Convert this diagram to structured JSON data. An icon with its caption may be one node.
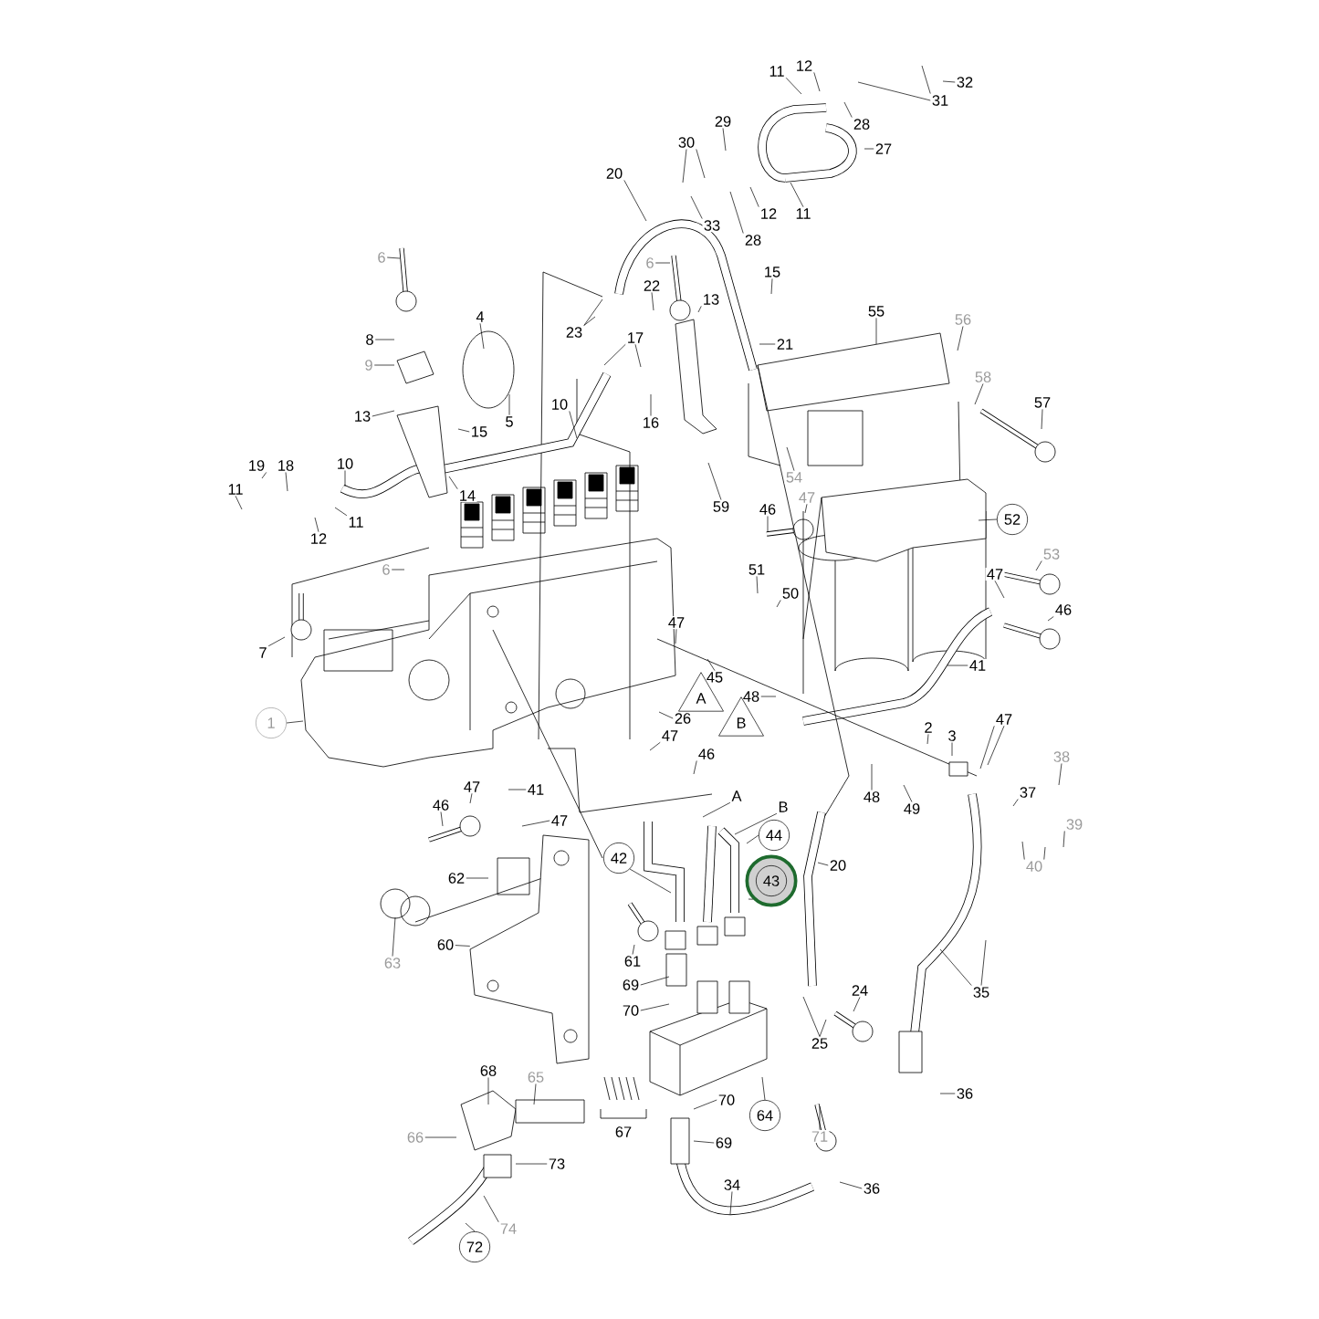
{
  "diagram": {
    "nodes": [
      {
        "text": [
          "11"
        ]
      },
      {
        "text": [
          "12"
        ]
      },
      {
        "text": [
          "32"
        ]
      },
      {
        "text": [
          "31"
        ]
      },
      {
        "text": [
          "28"
        ]
      },
      {
        "text": [
          "27"
        ]
      },
      {
        "text": [
          "29"
        ]
      },
      {
        "text": [
          "30"
        ]
      },
      {
        "text": [
          "12"
        ]
      },
      {
        "text": [
          "11"
        ]
      },
      {
        "text": [
          "33"
        ]
      },
      {
        "text": [
          "28"
        ]
      },
      {
        "text": [
          "20"
        ]
      },
      {
        "text": [
          "6"
        ]
      },
      {
        "text": [
          "6"
        ]
      },
      {
        "text": [
          "15"
        ]
      },
      {
        "text": [
          "22"
        ]
      },
      {
        "text": [
          "13"
        ]
      },
      {
        "text": [
          "23"
        ]
      },
      {
        "text": [
          "4"
        ]
      },
      {
        "text": [
          "8"
        ]
      },
      {
        "text": [
          "21"
        ]
      },
      {
        "text": [
          "17"
        ]
      },
      {
        "text": [
          "55"
        ]
      },
      {
        "text": [
          "56"
        ]
      },
      {
        "text": [
          "9"
        ]
      },
      {
        "text": [
          "58"
        ]
      },
      {
        "text": [
          "5"
        ]
      },
      {
        "text": [
          "16"
        ]
      },
      {
        "text": [
          "10"
        ]
      },
      {
        "text": [
          "57"
        ]
      },
      {
        "text": [
          "13"
        ]
      },
      {
        "text": [
          "15"
        ]
      },
      {
        "text": [
          "19"
        ]
      },
      {
        "text": [
          "18"
        ]
      },
      {
        "text": [
          "10"
        ]
      },
      {
        "text": [
          "14"
        ]
      },
      {
        "text": [
          "11"
        ]
      },
      {
        "text": [
          "11"
        ]
      },
      {
        "text": [
          "12"
        ]
      },
      {
        "text": [
          "59"
        ]
      },
      {
        "text": [
          "46"
        ]
      },
      {
        "text": [
          "47"
        ]
      },
      {
        "text": [
          "52"
        ]
      },
      {
        "text": [
          "54"
        ]
      },
      {
        "text": [
          "6"
        ]
      },
      {
        "text": [
          "53"
        ]
      },
      {
        "text": [
          "51"
        ]
      },
      {
        "text": [
          "50"
        ]
      },
      {
        "text": [
          "47"
        ]
      },
      {
        "text": [
          "46"
        ]
      },
      {
        "text": [
          "7"
        ]
      },
      {
        "text": [
          "47"
        ]
      },
      {
        "text": [
          "41"
        ]
      },
      {
        "text": [
          "45"
        ]
      },
      {
        "text": [
          "48"
        ]
      },
      {
        "text": [
          "26"
        ]
      },
      {
        "text": [
          "1"
        ]
      },
      {
        "text": [
          "47"
        ]
      },
      {
        "text": [
          "46"
        ]
      },
      {
        "text": [
          "2"
        ]
      },
      {
        "text": [
          "3"
        ]
      },
      {
        "text": [
          "47"
        ]
      },
      {
        "text": [
          "38"
        ]
      },
      {
        "text": [
          "37"
        ]
      },
      {
        "text": [
          "48"
        ]
      },
      {
        "text": [
          "49"
        ]
      },
      {
        "text": [
          "41"
        ]
      },
      {
        "text": [
          "47"
        ]
      },
      {
        "text": [
          "46"
        ]
      },
      {
        "text": [
          "47"
        ]
      },
      {
        "text": [
          "A"
        ]
      },
      {
        "text": [
          "B"
        ]
      },
      {
        "text": [
          "44"
        ]
      },
      {
        "text": [
          "39"
        ]
      },
      {
        "text": [
          "40"
        ]
      },
      {
        "text": [
          "42"
        ]
      },
      {
        "text": [
          "43"
        ]
      },
      {
        "text": [
          "20"
        ]
      },
      {
        "text": [
          "62"
        ]
      },
      {
        "text": [
          "63"
        ]
      },
      {
        "text": [
          "60"
        ]
      },
      {
        "text": [
          "61"
        ]
      },
      {
        "text": [
          "69"
        ]
      },
      {
        "text": [
          "70"
        ]
      },
      {
        "text": [
          "24"
        ]
      },
      {
        "text": [
          "35"
        ]
      },
      {
        "text": [
          "25"
        ]
      },
      {
        "text": [
          "36"
        ]
      },
      {
        "text": [
          "68"
        ]
      },
      {
        "text": [
          "65"
        ]
      },
      {
        "text": [
          "70"
        ]
      },
      {
        "text": [
          "64"
        ]
      },
      {
        "text": [
          "71"
        ]
      },
      {
        "text": [
          "69"
        ]
      },
      {
        "text": [
          "66"
        ]
      },
      {
        "text": [
          "73"
        ]
      },
      {
        "text": [
          "36"
        ]
      },
      {
        "text": [
          "34"
        ]
      },
      {
        "text": [
          "74"
        ]
      },
      {
        "text": [
          "72"
        ]
      },
      {
        "text": [
          "A"
        ]
      },
      {
        "text": [
          "B"
        ]
      },
      {
        "text": [],
        "shape": "picture"
      }
    ],
    "edges": [
      {
        "from": 0,
        "to": null,
        "arrow": "none"
      },
      {
        "from": 1,
        "to": null,
        "arrow": "none"
      },
      {
        "from": 2,
        "to": null,
        "arrow": "none"
      },
      {
        "from": 3,
        "to": null,
        "arrow": "none"
      },
      {
        "from": 3,
        "to": null,
        "arrow": "none"
      },
      {
        "from": 4,
        "to": null,
        "arrow": "none"
      },
      {
        "from": 5,
        "to": null,
        "arrow": "none"
      },
      {
        "from": 6,
        "to": null,
        "arrow": "none"
      },
      {
        "from": 7,
        "to": null,
        "arrow": "none"
      },
      {
        "from": 7,
        "to": null,
        "arrow": "none"
      },
      {
        "from": 8,
        "to": null,
        "arrow": "none"
      },
      {
        "from": 9,
        "to": null,
        "arrow": "none"
      },
      {
        "from": 10,
        "to": null,
        "arrow": "none"
      },
      {
        "from": 11,
        "to": null,
        "arrow": "none"
      },
      {
        "from": 12,
        "to": null,
        "arrow": "none"
      },
      {
        "from": 13,
        "to": null,
        "arrow": "none"
      },
      {
        "from": 14,
        "to": null,
        "arrow": "none"
      },
      {
        "from": 15,
        "to": null,
        "arrow": "none"
      },
      {
        "from": 16,
        "to": null,
        "arrow": "none"
      },
      {
        "from": 17,
        "to": null,
        "arrow": "none"
      },
      {
        "from": 18,
        "to": null,
        "arrow": "none"
      },
      {
        "from": 18,
        "to": null,
        "arrow": "none"
      },
      {
        "from": 19,
        "to": null,
        "arrow": "none"
      },
      {
        "from": 20,
        "to": null,
        "arrow": "none"
      },
      {
        "from": 21,
        "to": null,
        "arrow": "none"
      },
      {
        "from": 22,
        "to": null,
        "arrow": "none"
      },
      {
        "from": 22,
        "to": null,
        "arrow": "none"
      },
      {
        "from": 23,
        "to": null,
        "arrow": "none"
      },
      {
        "from": 24,
        "to": null,
        "arrow": "none"
      },
      {
        "from": 25,
        "to": null,
        "arrow": "none"
      },
      {
        "from": 26,
        "to": null,
        "arrow": "none"
      },
      {
        "from": 27,
        "to": null,
        "arrow": "none"
      },
      {
        "from": 28,
        "to": null,
        "arrow": "none"
      },
      {
        "from": 29,
        "to": null,
        "arrow": "none"
      },
      {
        "from": 30,
        "to": null,
        "arrow": "none"
      },
      {
        "from": 31,
        "to": null,
        "arrow": "none"
      },
      {
        "from": 32,
        "to": null,
        "arrow": "none"
      },
      {
        "from": 33,
        "to": null,
        "arrow": "none"
      },
      {
        "from": 34,
        "to": null,
        "arrow": "none"
      },
      {
        "from": 35,
        "to": null,
        "arrow": "none"
      },
      {
        "from": 36,
        "to": null,
        "arrow": "none"
      },
      {
        "from": 37,
        "to": null,
        "arrow": "none"
      },
      {
        "from": 38,
        "to": null,
        "arrow": "none"
      },
      {
        "from": 39,
        "to": null,
        "arrow": "none"
      },
      {
        "from": 40,
        "to": null,
        "arrow": "none"
      },
      {
        "from": 41,
        "to": null,
        "arrow": "none"
      },
      {
        "from": 42,
        "to": null,
        "arrow": "none"
      },
      {
        "from": 43,
        "to": null,
        "arrow": "none"
      },
      {
        "from": 44,
        "to": null,
        "arrow": "none"
      },
      {
        "from": 45,
        "to": null,
        "arrow": "none"
      },
      {
        "from": 46,
        "to": null,
        "arrow": "none"
      },
      {
        "from": 47,
        "to": null,
        "arrow": "none"
      },
      {
        "from": 48,
        "to": null,
        "arrow": "none"
      },
      {
        "from": 49,
        "to": null,
        "arrow": "none"
      },
      {
        "from": 50,
        "to": null,
        "arrow": "none"
      },
      {
        "from": 51,
        "to": null,
        "arrow": "none"
      },
      {
        "from": 52,
        "to": null,
        "arrow": "none"
      },
      {
        "from": 53,
        "to": null,
        "arrow": "none"
      },
      {
        "from": 54,
        "to": null,
        "arrow": "none"
      },
      {
        "from": 55,
        "to": null,
        "arrow": "none"
      },
      {
        "from": 56,
        "to": null,
        "arrow": "none"
      },
      {
        "from": 57,
        "to": null,
        "arrow": "none"
      },
      {
        "from": 58,
        "to": null,
        "arrow": "none"
      },
      {
        "from": 59,
        "to": null,
        "arrow": "none"
      },
      {
        "from": 60,
        "to": null,
        "arrow": "none"
      },
      {
        "from": 61,
        "to": null,
        "arrow": "none"
      },
      {
        "from": 62,
        "to": null,
        "arrow": "none"
      },
      {
        "from": 62,
        "to": null,
        "arrow": "none"
      },
      {
        "from": 63,
        "to": null,
        "arrow": "none"
      },
      {
        "from": 64,
        "to": null,
        "arrow": "none"
      },
      {
        "from": 65,
        "to": null,
        "arrow": "none"
      },
      {
        "from": 66,
        "to": null,
        "arrow": "none"
      },
      {
        "from": 67,
        "to": null,
        "arrow": "none"
      },
      {
        "from": 68,
        "to": null,
        "arrow": "none"
      },
      {
        "from": 69,
        "to": null,
        "arrow": "none"
      },
      {
        "from": 70,
        "to": null,
        "arrow": "none"
      },
      {
        "from": 71,
        "to": null,
        "arrow": "none"
      },
      {
        "from": 72,
        "to": null,
        "arrow": "none"
      },
      {
        "from": 73,
        "to": null,
        "arrow": "none"
      },
      {
        "from": 74,
        "to": null,
        "arrow": "none"
      },
      {
        "from": 75,
        "to": null,
        "arrow": "none"
      },
      {
        "from": 75,
        "to": null,
        "arrow": "none"
      },
      {
        "from": 76,
        "to": null,
        "arrow": "none"
      },
      {
        "from": 77,
        "to": null,
        "arrow": "none"
      },
      {
        "from": 78,
        "to": null,
        "arrow": "none"
      },
      {
        "from": 79,
        "to": null,
        "arrow": "none"
      },
      {
        "from": 80,
        "to": null,
        "arrow": "none"
      },
      {
        "from": 81,
        "to": 103,
        "arrow": "none"
      },
      {
        "from": 82,
        "to": null,
        "arrow": "none"
      },
      {
        "from": 83,
        "to": null,
        "arrow": "none"
      },
      {
        "from": 84,
        "to": null,
        "arrow": "none"
      },
      {
        "from": 85,
        "to": null,
        "arrow": "none"
      },
      {
        "from": 86,
        "to": null,
        "arrow": "none"
      },
      {
        "from": 86,
        "to": null,
        "arrow": "none"
      },
      {
        "from": 87,
        "to": null,
        "arrow": "none"
      },
      {
        "from": 87,
        "to": null,
        "arrow": "none"
      },
      {
        "from": 88,
        "to": null,
        "arrow": "none"
      },
      {
        "from": 89,
        "to": null,
        "arrow": "none"
      },
      {
        "from": 90,
        "to": null,
        "arrow": "none"
      },
      {
        "from": 91,
        "to": null,
        "arrow": "none"
      },
      {
        "from": 92,
        "to": null,
        "arrow": "none"
      },
      {
        "from": 93,
        "to": null,
        "arrow": "none"
      },
      {
        "from": 94,
        "to": null,
        "arrow": "none"
      },
      {
        "from": 95,
        "to": null,
        "arrow": "none"
      },
      {
        "from": 96,
        "to": null,
        "arrow": "none"
      },
      {
        "from": 97,
        "to": null,
        "arrow": "none"
      },
      {
        "from": 98,
        "to": null,
        "arrow": "none"
      },
      {
        "from": 99,
        "to": null,
        "arrow": "none"
      },
      {
        "from": 100,
        "to": null,
        "arrow": "none"
      }
    ],
    "labels": [
      "67"
    ]
  }
}
